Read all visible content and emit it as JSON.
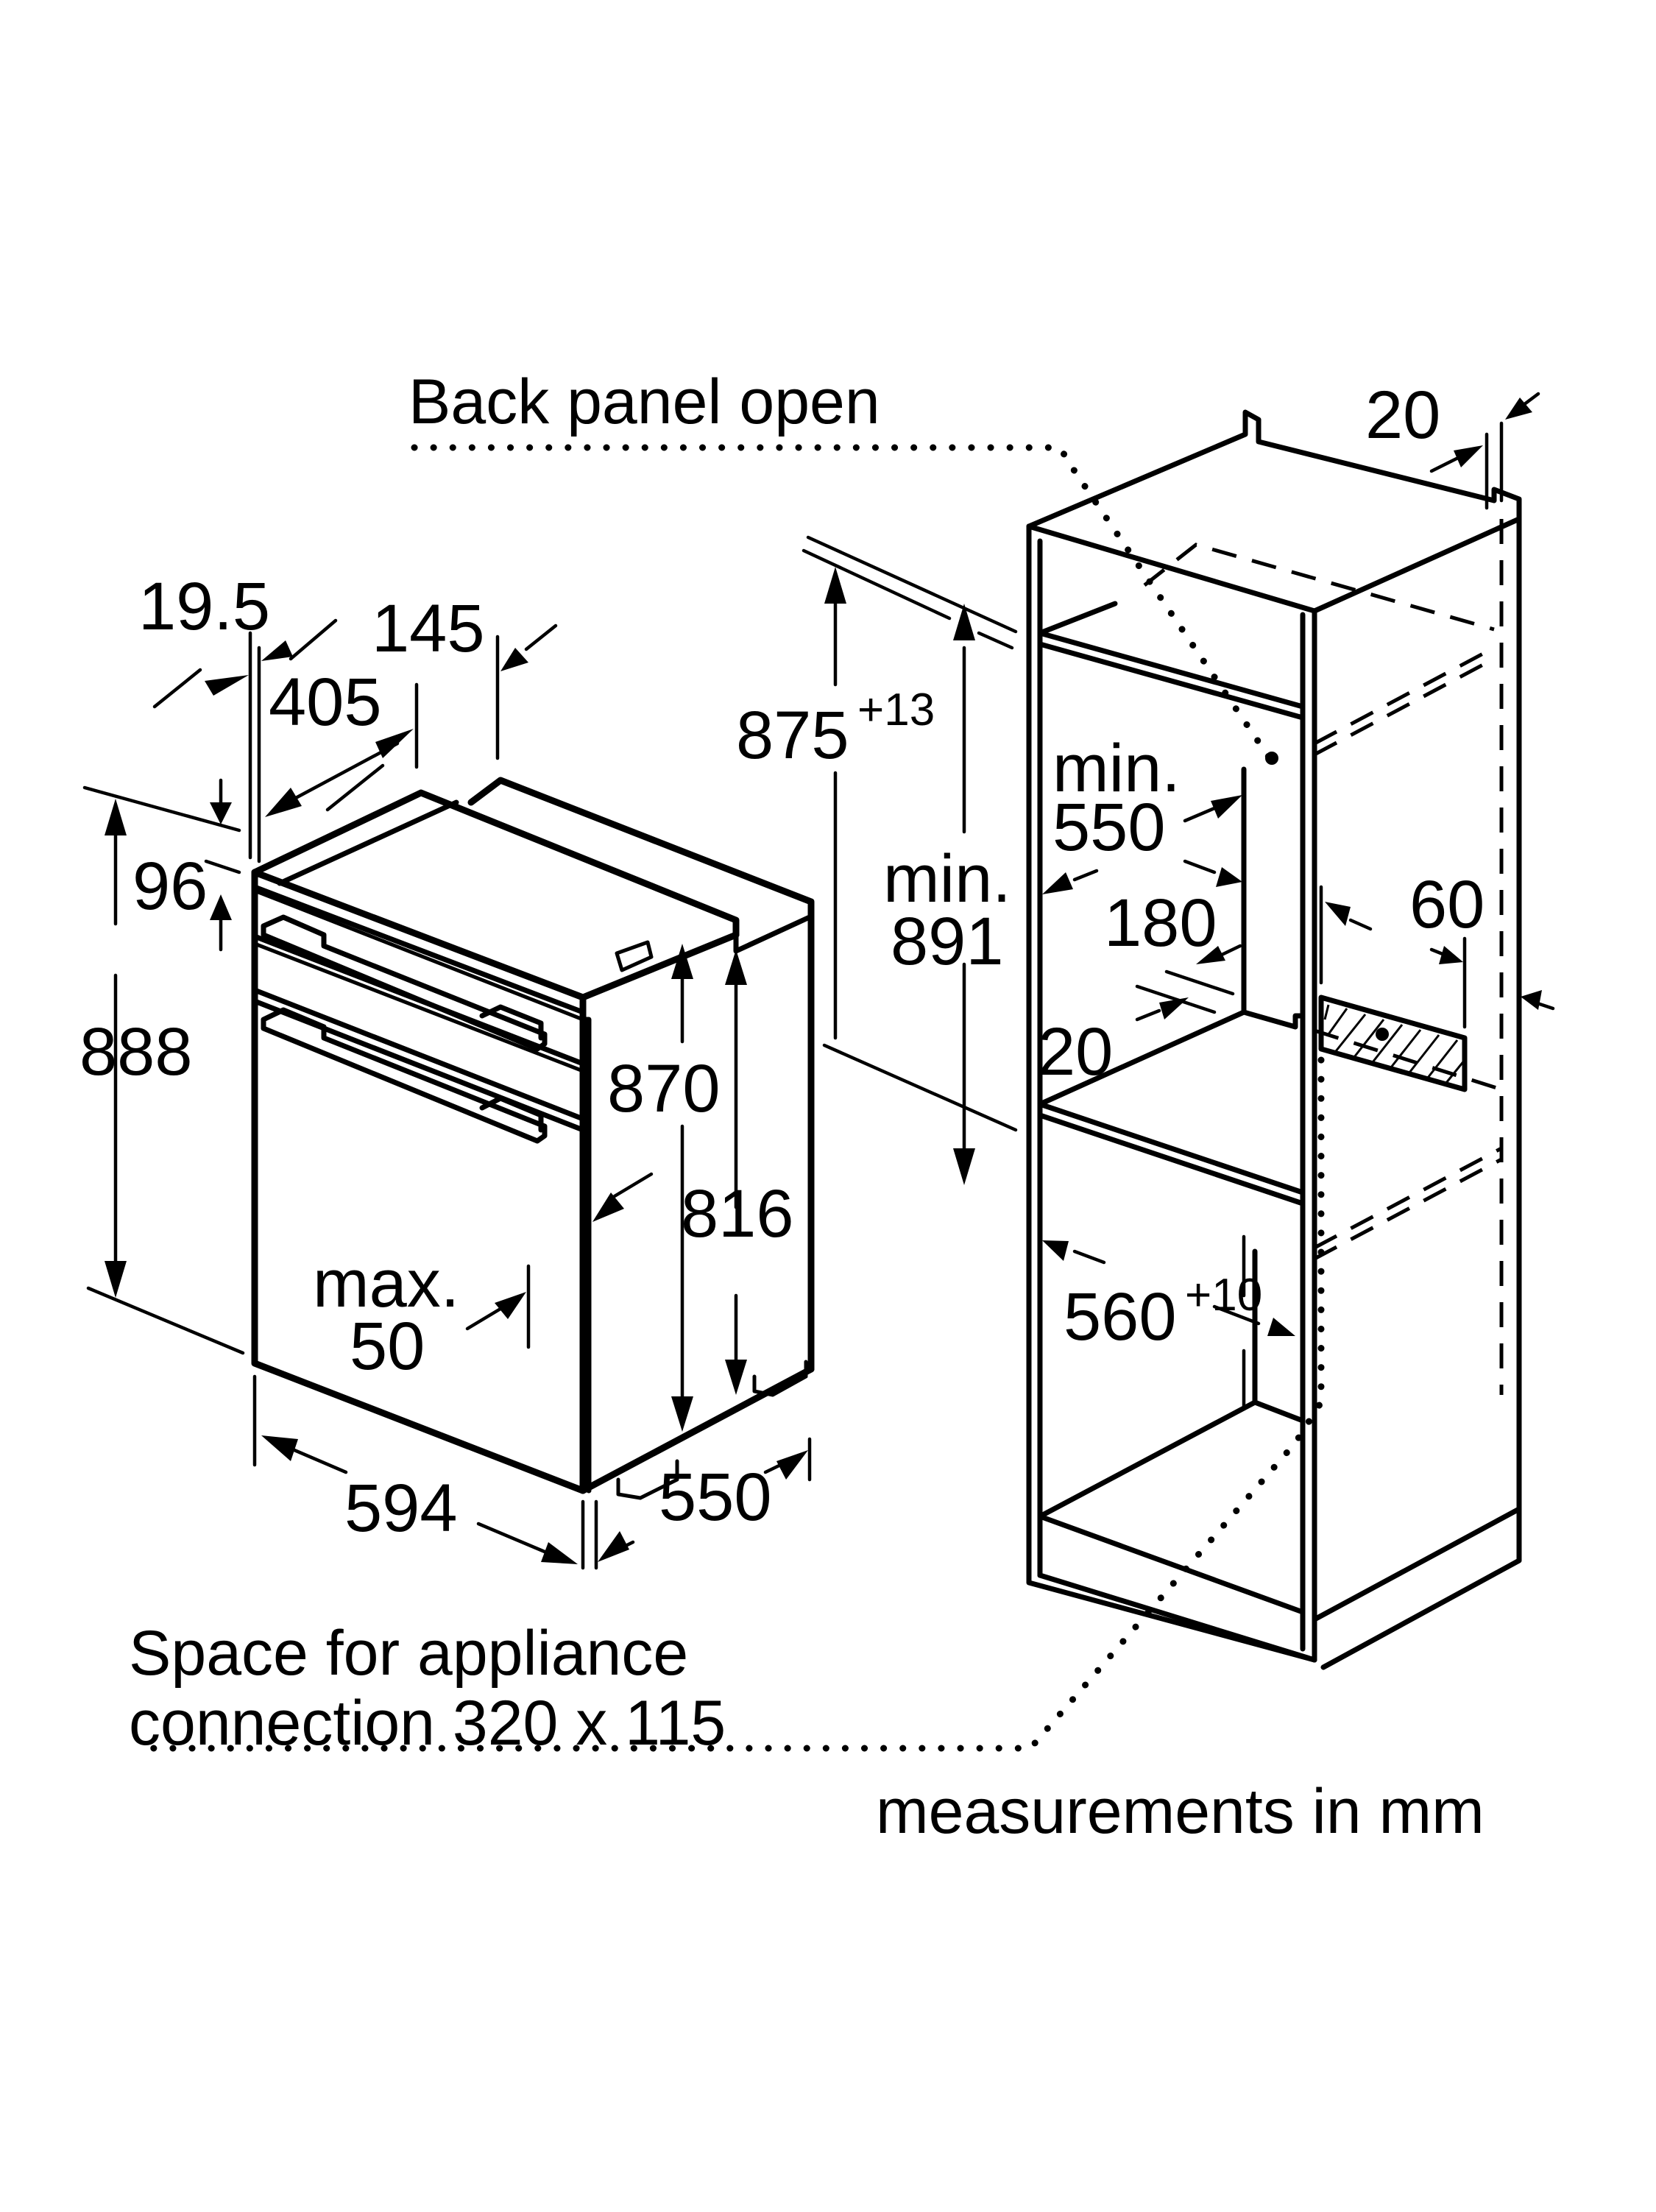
{
  "diagram": {
    "title": "Built-in double oven installation dimensions",
    "units_note": "measurements in mm",
    "callouts": {
      "back_panel": "Back panel open",
      "appliance_connection_line1": "Space for appliance",
      "appliance_connection_line2": "connection 320 x 115"
    },
    "oven": {
      "depth_top_offset": "19.5",
      "depth_body": "405",
      "depth_rear": "145",
      "control_panel_height": "96",
      "total_height": "888",
      "side_height_front": "870",
      "side_height_rear": "816",
      "door_projection_label": "max.",
      "door_projection_value": "50",
      "width": "594",
      "depth": "550"
    },
    "cabinet": {
      "top_panel_thickness": "20",
      "niche_height_base": "875",
      "niche_height_tolerance": "+13",
      "niche_height_min_label": "min.",
      "niche_height_min_value": "891",
      "niche_depth_min_label": "min.",
      "niche_depth_min_value": "550",
      "rear_gap": "180",
      "floor_thickness": "20",
      "vent_gap": "60",
      "niche_width_base": "560",
      "niche_width_tolerance": "+10"
    }
  }
}
